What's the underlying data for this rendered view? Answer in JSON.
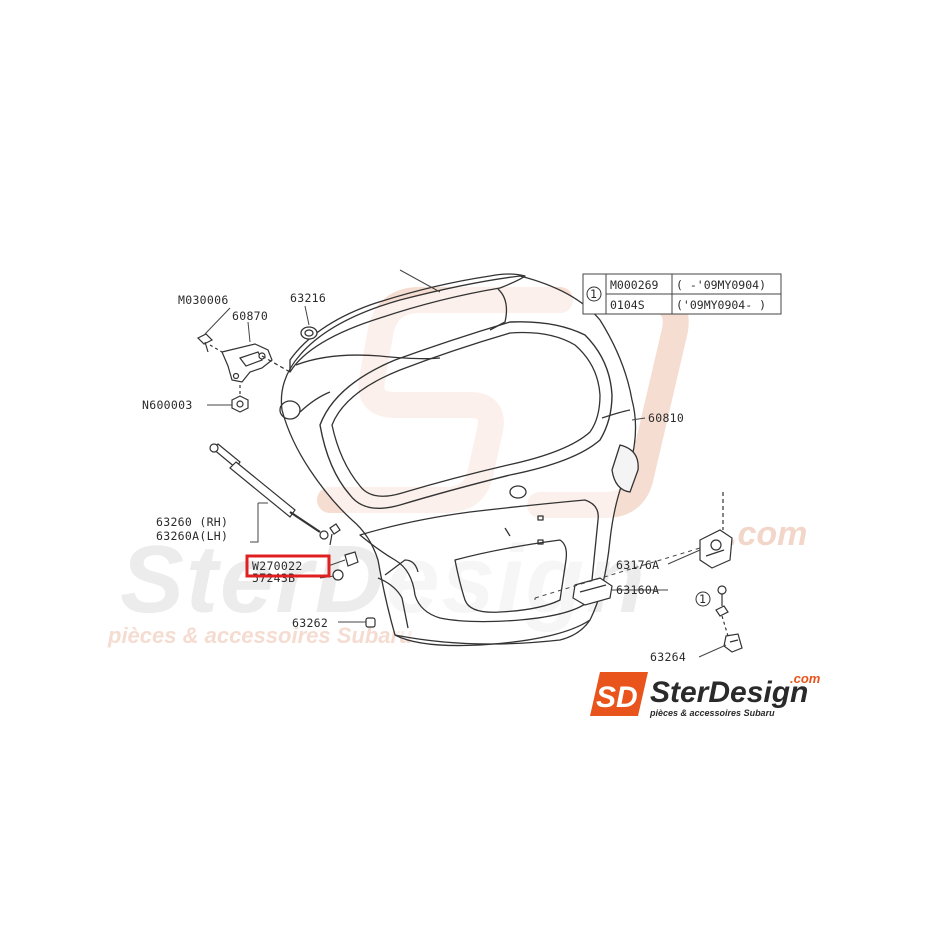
{
  "watermark": {
    "brand": "SterDesign",
    "domain": ".com",
    "tagline": "pièces & accessoires Subaru",
    "color": "#e8e8e8",
    "accent": "#f7d9cc"
  },
  "logo": {
    "mark": "SD",
    "brand": "SterDesign",
    "domain": ".com",
    "tagline": "pièces & accessoires Subaru",
    "orange": "#e8541b",
    "dark": "#2a2a2a"
  },
  "table": {
    "symbol": "1",
    "rows": [
      {
        "part": "M000269",
        "range": "( -'09MY0904)"
      },
      {
        "part": "0104S",
        "range": "('09MY0904- )"
      }
    ]
  },
  "labels": {
    "m030006": "M030006",
    "p63216": "63216",
    "p60870": "60870",
    "n600003": "N600003",
    "p60810": "60810",
    "p63260": "63260 (RH)",
    "p63260a": "63260A(LH)",
    "w270022": "W270022",
    "p57243b": "57243B",
    "p63262": "63262",
    "p63176a": "63176A",
    "p63160a": "63160A",
    "p63264": "63264",
    "callout1": "1"
  },
  "highlight": {
    "color": "#e02020",
    "target": "W270022"
  }
}
